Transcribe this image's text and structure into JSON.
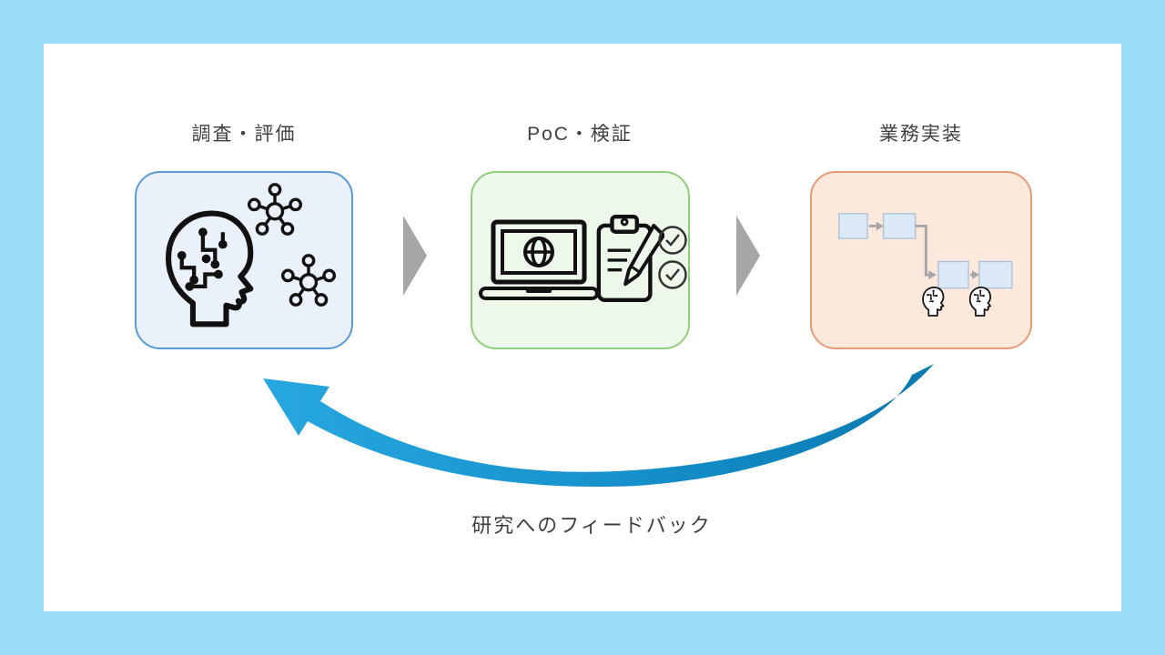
{
  "page": {
    "frame_color": "#9BDCF7",
    "surface_color": "#FFFFFF",
    "text_color": "#3F3F3F"
  },
  "stages": [
    {
      "label": "調査・評価",
      "fill": "#EAF1FA",
      "border": "#5B9BD5",
      "icons": [
        "ai-head-icon",
        "network-graph-icon",
        "network-graph-icon"
      ]
    },
    {
      "label": "PoC・検証",
      "fill": "#EDF7EA",
      "border": "#8FCE7E",
      "icons": [
        "laptop-globe-icon",
        "clipboard-pencil-icon",
        "check-circle-icon",
        "check-circle-icon"
      ]
    },
    {
      "label": "業務実装",
      "fill": "#FCE9DC",
      "border": "#E89B77",
      "icons": [
        "workflow-diagram",
        "ai-person-icon",
        "ai-person-icon"
      ]
    }
  ],
  "flow_connector": {
    "shape": "right-triangle",
    "color": "#A6A6A6"
  },
  "workflow": {
    "node_fill": "#DCE9F7",
    "node_border": "#AFC4DB",
    "connector_color": "#A6A6A6"
  },
  "feedback": {
    "label": "研究へのフィードバック",
    "arrow_gradient_start": "#27A7E0",
    "arrow_gradient_mid": "#1590CB",
    "arrow_gradient_end": "#0979AE"
  }
}
